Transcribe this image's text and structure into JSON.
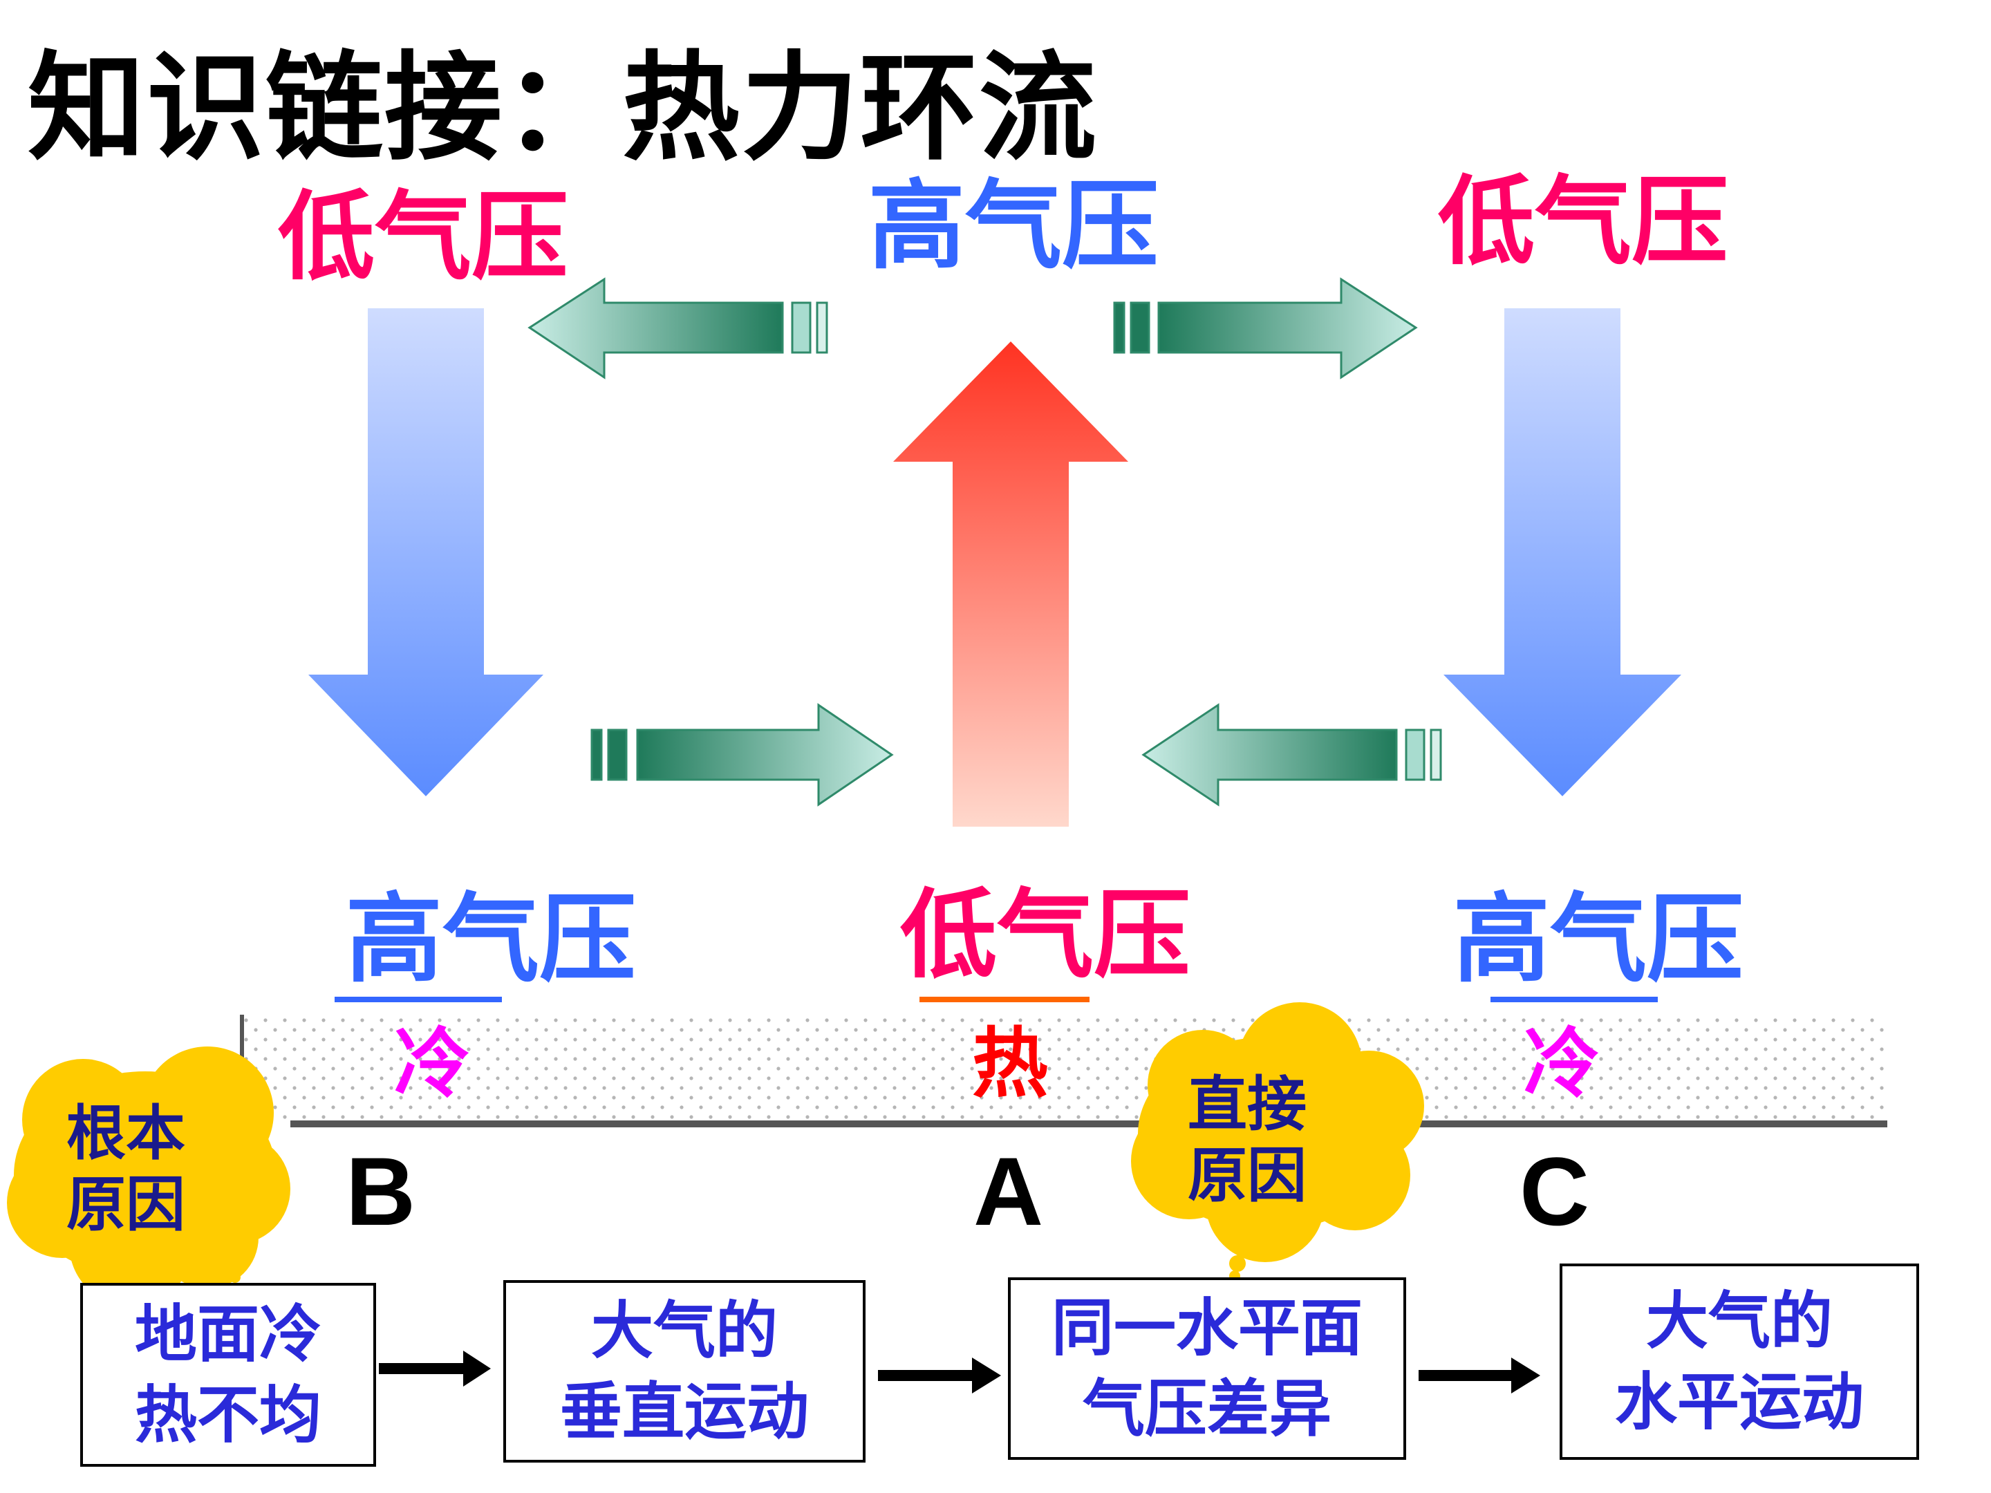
{
  "title": "知识链接：热力环流",
  "pressure_labels": {
    "top_left": "低气压",
    "top_center": "高气压",
    "top_right": "低气压",
    "bottom_left": "高气压",
    "bottom_center": "低气压",
    "bottom_right": "高气压"
  },
  "temperature_labels": {
    "left": "冷",
    "center": "热",
    "right": "冷"
  },
  "places": {
    "left": "B",
    "center": "A",
    "right": "C"
  },
  "clouds": {
    "root_cause": [
      "根本",
      "原因"
    ],
    "direct_cause": [
      "直接",
      "原因"
    ]
  },
  "flow_boxes": [
    [
      "地面冷",
      "热不均"
    ],
    [
      "大气的",
      "垂直运动"
    ],
    [
      "同一水平面",
      "气压差异"
    ],
    [
      "大气的",
      "水平运动"
    ]
  ],
  "colors": {
    "high_pressure": "#3366ff",
    "low_pressure": "#ff0066",
    "cold": "#ff00ff",
    "hot": "#ff0000",
    "cloud": "#ffcc00",
    "box_text": "#2a2ad9"
  }
}
